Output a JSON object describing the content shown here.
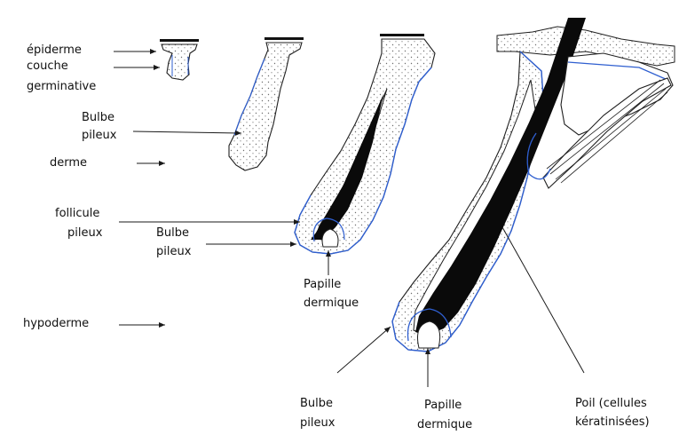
{
  "diagram": {
    "colors": {
      "outline": "#1f1f1f",
      "membrane": "#2f5fd0",
      "hair": "#0a0a0a",
      "stipple": "#6e6e6e",
      "background": "#ffffff"
    },
    "labels": {
      "epiderme": "épiderme",
      "couche": "couche",
      "germinative": "germinative",
      "bulbe1a": "Bulbe",
      "bulbe1b": "pileux",
      "derme": "derme",
      "follicule_a": "follicule",
      "follicule_b": "pileux",
      "bulbe2a": "Bulbe",
      "bulbe2b": "pileux",
      "papille1a": "Papille",
      "papille1b": "dermique",
      "hypoderme": "hypoderme",
      "bulbe3a": "Bulbe",
      "bulbe3b": "pileux",
      "papille2a": "Papille",
      "papille2b": "dermique",
      "poil_a": "Poil (cellules",
      "poil_b": "kératinisées)"
    }
  }
}
